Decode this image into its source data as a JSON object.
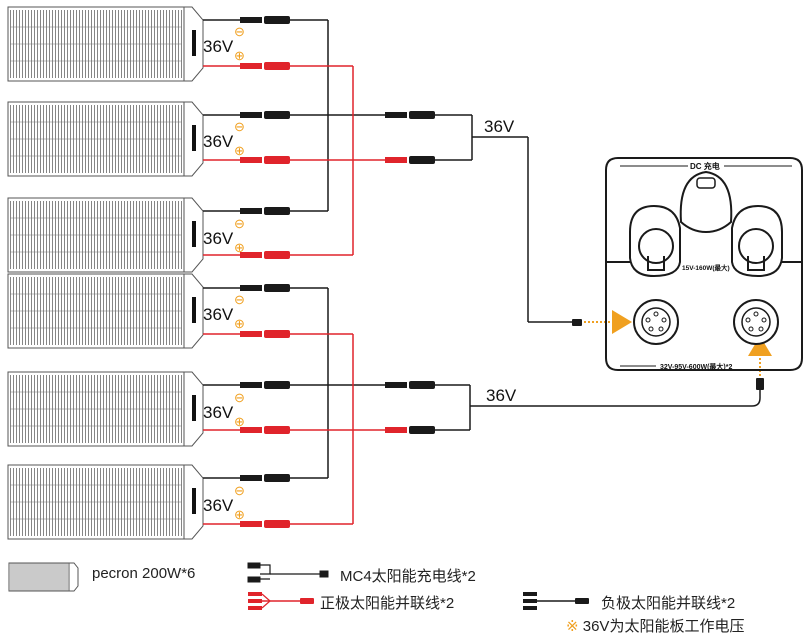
{
  "panel_voltage": "36V",
  "polarity_negative": "⊖",
  "polarity_positive": "⊕",
  "string_voltage": "36V",
  "station": {
    "dc_label": "DC 充电",
    "upper_port_label": "15V-160W(最大)",
    "lower_port_label": "32V-95V-600W(最大)*2"
  },
  "legend": {
    "panel_label": "pecron 200W*6",
    "mc4_cable_label": "MC4太阳能充电线*2",
    "positive_branch_label": "正极太阳能并联线*2",
    "negative_branch_label": "负极太阳能并联线*2",
    "note_mark": "※",
    "note_text": "36V为太阳能板工作电压"
  },
  "colors": {
    "positive_wire": "#e0242b",
    "negative_wire": "#1a1a1a",
    "arrow": "#f0a020",
    "panel_stroke": "#555555"
  }
}
